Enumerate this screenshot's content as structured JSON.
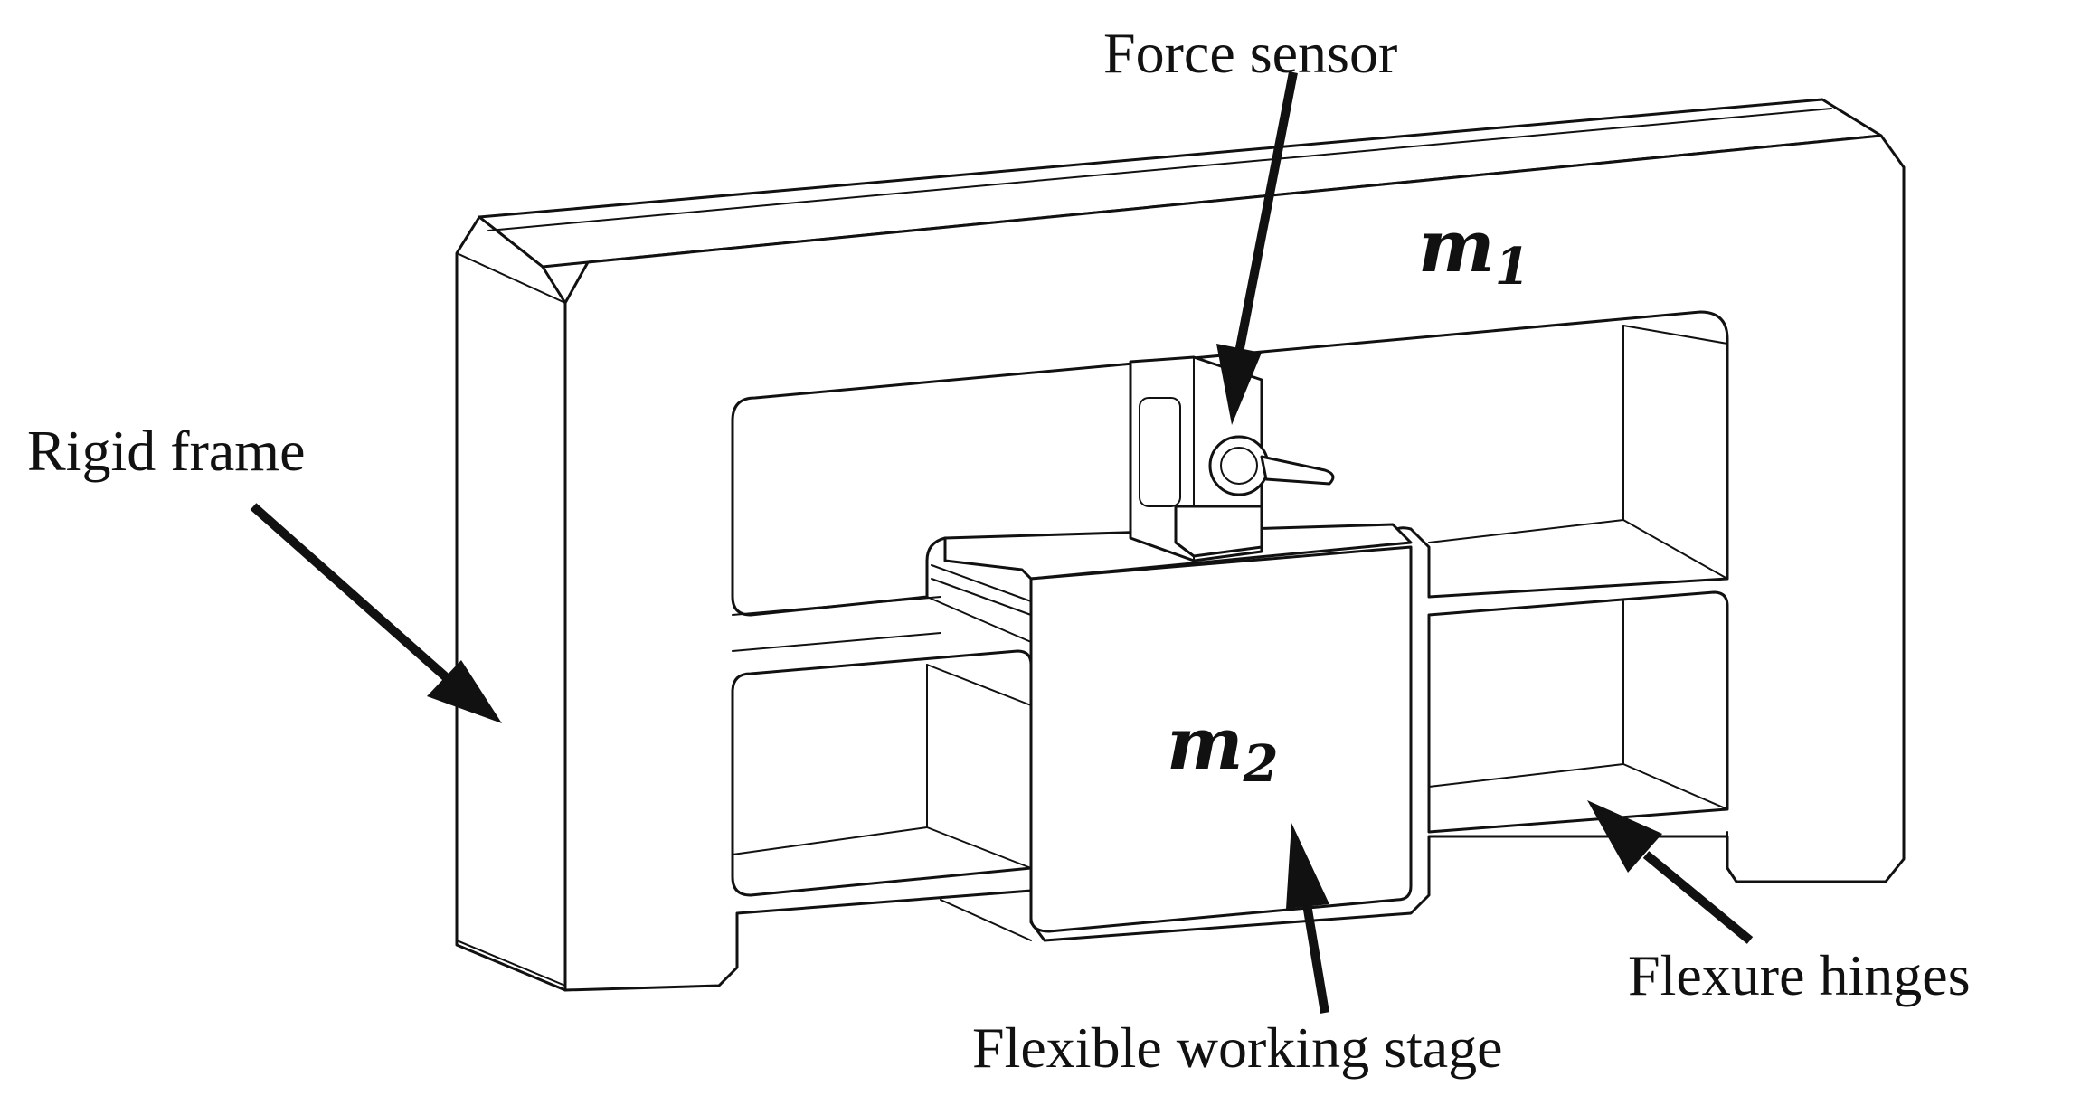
{
  "labels": {
    "force_sensor": "Force sensor",
    "rigid_frame": "Rigid frame",
    "flexible_working_stage": "Flexible working stage",
    "flexure_hinges": "Flexure hinges"
  },
  "masses": {
    "m1": {
      "base": "m",
      "sub": "1"
    },
    "m2": {
      "base": "m",
      "sub": "2"
    }
  }
}
